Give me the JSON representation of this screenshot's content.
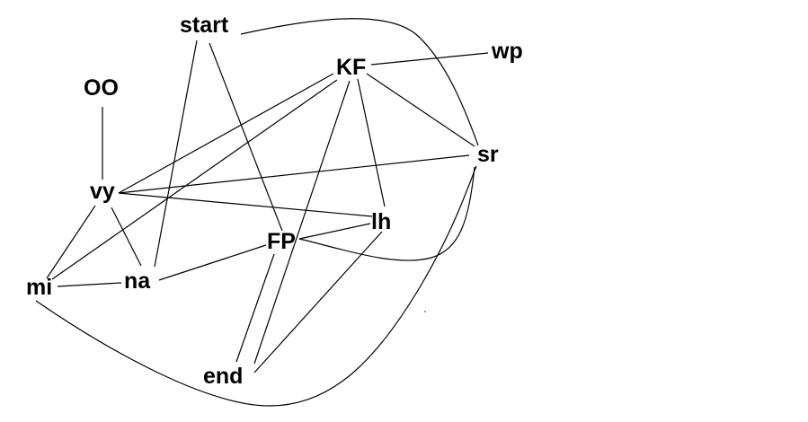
{
  "graph": {
    "nodes": {
      "start": "start",
      "KF": "KF",
      "wp": "wp",
      "OO": "OO",
      "sr": "sr",
      "vy": "vy",
      "lh": "lh",
      "FP": "FP",
      "mi": "mi",
      "na": "na",
      "end": "end"
    },
    "edges": [
      [
        "start",
        "sr"
      ],
      [
        "start",
        "na"
      ],
      [
        "start",
        "FP"
      ],
      [
        "KF",
        "wp"
      ],
      [
        "KF",
        "sr"
      ],
      [
        "KF",
        "lh"
      ],
      [
        "KF",
        "vy"
      ],
      [
        "KF",
        "mi"
      ],
      [
        "KF",
        "end"
      ],
      [
        "OO",
        "vy"
      ],
      [
        "vy",
        "sr"
      ],
      [
        "vy",
        "lh"
      ],
      [
        "vy",
        "mi"
      ],
      [
        "vy",
        "na"
      ],
      [
        "mi",
        "na"
      ],
      [
        "na",
        "FP"
      ],
      [
        "FP",
        "lh"
      ],
      [
        "FP",
        "sr"
      ],
      [
        "FP",
        "end"
      ],
      [
        "lh",
        "end"
      ],
      [
        "mi",
        "sr"
      ]
    ]
  }
}
